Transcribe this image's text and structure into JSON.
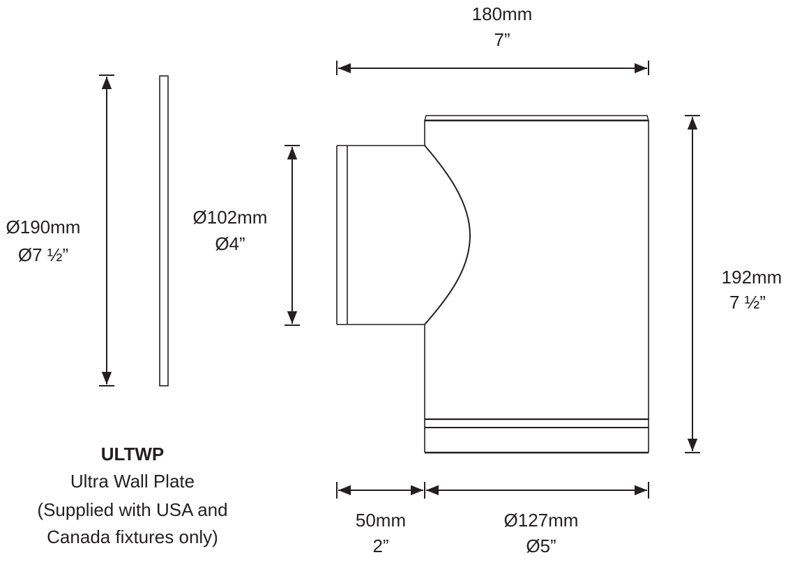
{
  "dimensions": {
    "overall_width": {
      "mm": "180mm",
      "inch": "7”"
    },
    "plate_diameter": {
      "mm": "Ø190mm",
      "inch": "Ø7 ½”"
    },
    "branch_diameter": {
      "mm": "Ø102mm",
      "inch": "Ø4”"
    },
    "overall_height": {
      "mm": "192mm",
      "inch": "7 ½”"
    },
    "branch_length": {
      "mm": "50mm",
      "inch": "2”"
    },
    "body_diameter": {
      "mm": "Ø127mm",
      "inch": "Ø5”"
    }
  },
  "plate_caption": {
    "code": "ULTWP",
    "name": "Ultra Wall Plate",
    "note_line1": "(Supplied with USA and",
    "note_line2": "Canada fixtures only)"
  },
  "colors": {
    "line": "#231f20"
  }
}
